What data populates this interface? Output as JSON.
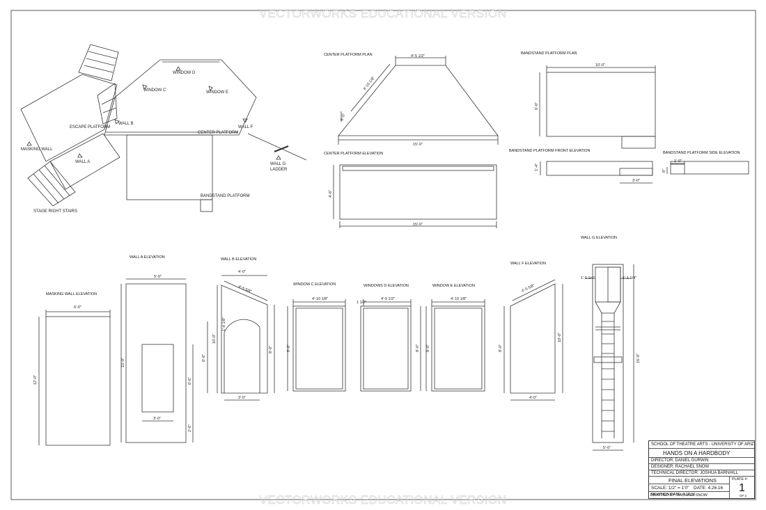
{
  "watermark": "VECTORWORKS EDUCATIONAL VERSION",
  "plan_labels": {
    "window_d": "WINDOW D",
    "window_c": "WINDOW C",
    "window_e": "WINDOW E",
    "wall_b": "WALL B",
    "wall_f": "WALL F",
    "escape_platform": "ESCAPE PLATFORM",
    "center_platform": "CENTER PLATFORM",
    "masking_wall": "MASKING WALL",
    "wall_a": "WALL A",
    "wall_g": "WALL G",
    "ladder": "LADDER",
    "bandstand_platform": "BANDSTAND PLATFORM",
    "stage_right_stairs": "STAGE RIGHT STAIRS"
  },
  "center_platform_plan": {
    "title": "CENTER PLATFORM PLAN",
    "dim_top": "4'-5 1/2\"",
    "dim_diag": "4'-10 1/8\"",
    "dim_side": "6'-0\"",
    "dim_bottom": "15'-0\""
  },
  "bandstand_platform_plan": {
    "title": "BANDSTAND PLATFORM PLAN",
    "dim_top": "10'-0\"",
    "dim_side": "6'-0\""
  },
  "center_platform_elevation": {
    "title": "CENTER PLATFORM ELEVATION",
    "dim_side": "4'-6\"",
    "dim_bottom": "15'-0\""
  },
  "bandstand_front_elevation": {
    "title": "BANDSTAND PLATFORM FRONT ELEVATION",
    "dim_side": "1'-4\"",
    "dim_bottom": "3'-0\""
  },
  "bandstand_side_elevation": {
    "title": "BANDSTAND PLATFORM SIDE ELEVATION",
    "dim_top": "1'-0\"",
    "dim_side": "8\""
  },
  "masking_wall_elevation": {
    "title": "MASKING WALL ELEVATION",
    "dim_top": "6'-0\"",
    "dim_side": "12'-0\""
  },
  "wall_a_elevation": {
    "title": "WALL A ELEVATION",
    "dim_top": "5'-0\"",
    "dim_side": "15'-0\"",
    "dim_opening_h": "6'-6\"",
    "dim_opening_w": "3'-0\"",
    "dim_sill": "2'-6\""
  },
  "wall_b_elevation": {
    "title": "WALL B ELEVATION",
    "dim_top": "4'-0\"",
    "dim_slope": "4'-5 5/8\"",
    "dim_left_a": "10'-0\"",
    "dim_left_b": "1'-6 1/8\"",
    "dim_left_c": "6'-6\"",
    "dim_right": "8'-0\"",
    "dim_bottom": "3'-0\""
  },
  "window_c_elevation": {
    "title": "WINDOW C ELEVATION",
    "dim_top": "4'-10 1/8\"",
    "dim_side": "8'-0\""
  },
  "window_d_elevation": {
    "title": "WINDOWS D ELEVATION",
    "dim_top": "4'-5 1/2\"",
    "dim_frame": "1 1/2\"",
    "dim_side": "8'-0\""
  },
  "window_e_elevation": {
    "title": "WINDOW E ELEVATION",
    "dim_top": "4'-10 1/8\"",
    "dim_side": "8'-0\""
  },
  "wall_f_elevation": {
    "title": "WALL F ELEVATION",
    "dim_slope": "4'-5 5/8\"",
    "dim_left": "8'-0\"",
    "dim_right": "10'-0\"",
    "dim_bottom": "4'-0\""
  },
  "wall_g_elevation": {
    "title": "WALL G ELEVATION",
    "dim_left": "1'-1 1/4\"",
    "dim_right": "1'-1 1/4\"",
    "dim_side": "15'-0\"",
    "dim_bottom": "5'-0\""
  },
  "title_block": {
    "school": "SCHOOL OF THEATRE ARTS - UNIVERSITY OF ARIZONA",
    "show": "HANDS ON A HARDBODY",
    "director": "DIRECTOR: DANIEL GURWIN",
    "designer": "DESIGNER: RACHAEL SNOW",
    "technical_director": "TECHNICAL DIRECTOR: JOSHUA BARNHILL",
    "sheet_title": "FINAL ELEVATIONS",
    "scale": "SCALE:   1/2\" = 1'0\"",
    "date": "DATE:  4.26.16",
    "revision": "REVISION DATE: 4.12.16",
    "drafted_by": "DRAFTED BY: RACHAEL SNOW",
    "plate_label": "PLATE #:",
    "plate_number": "1",
    "plate_of": "OF 2"
  }
}
